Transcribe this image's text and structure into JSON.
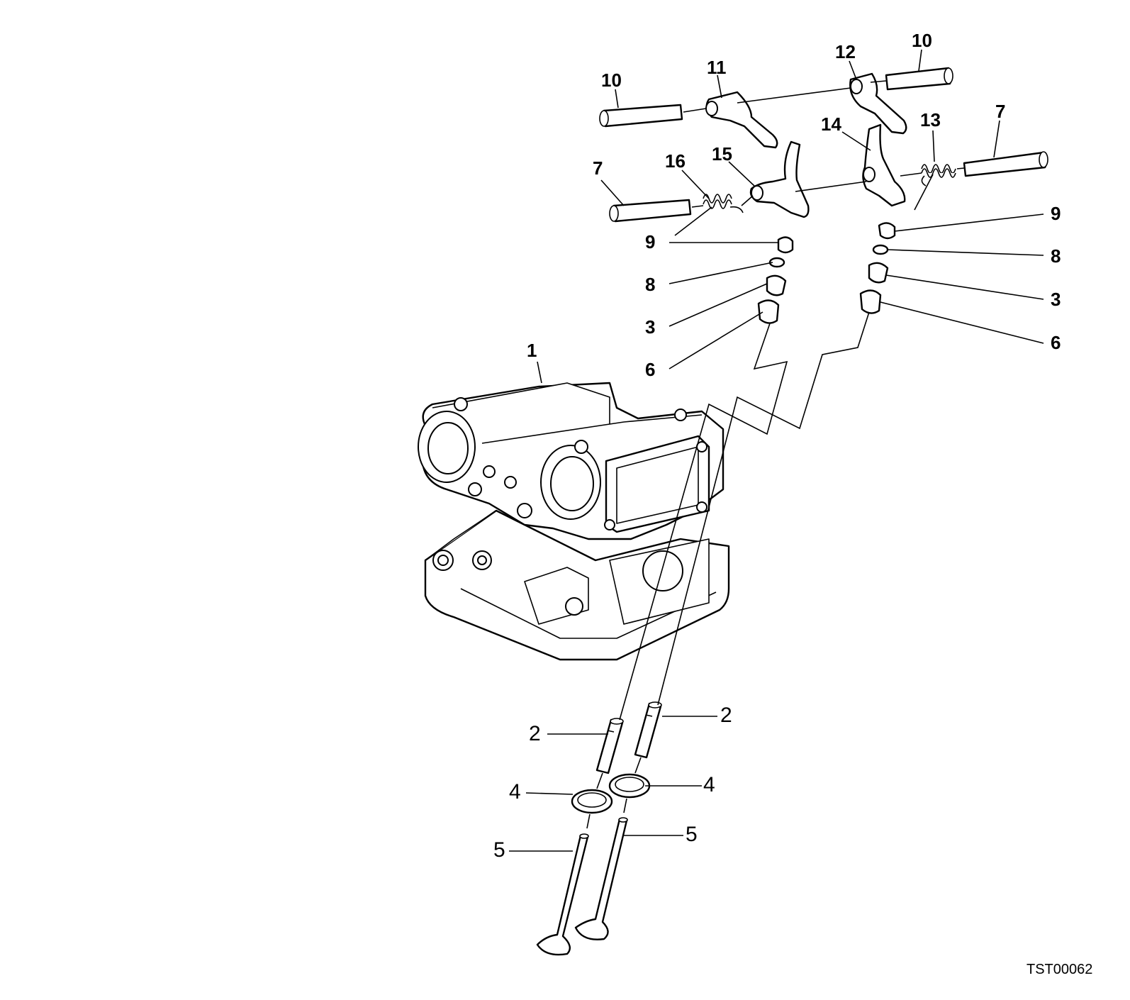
{
  "drawing_code": "TST00062",
  "callouts": [
    {
      "id": "c1",
      "label": "1"
    },
    {
      "id": "c2a",
      "label": "2"
    },
    {
      "id": "c2b",
      "label": "2"
    },
    {
      "id": "c3a",
      "label": "3"
    },
    {
      "id": "c3b",
      "label": "3"
    },
    {
      "id": "c4a",
      "label": "4"
    },
    {
      "id": "c4b",
      "label": "4"
    },
    {
      "id": "c5a",
      "label": "5"
    },
    {
      "id": "c5b",
      "label": "5"
    },
    {
      "id": "c6a",
      "label": "6"
    },
    {
      "id": "c6b",
      "label": "6"
    },
    {
      "id": "c7a",
      "label": "7"
    },
    {
      "id": "c7b",
      "label": "7"
    },
    {
      "id": "c8a",
      "label": "8"
    },
    {
      "id": "c8b",
      "label": "8"
    },
    {
      "id": "c9a",
      "label": "9"
    },
    {
      "id": "c9b",
      "label": "9"
    },
    {
      "id": "c10a",
      "label": "10"
    },
    {
      "id": "c10b",
      "label": "10"
    },
    {
      "id": "c11",
      "label": "11"
    },
    {
      "id": "c12",
      "label": "12"
    },
    {
      "id": "c13",
      "label": "13"
    },
    {
      "id": "c14",
      "label": "14"
    },
    {
      "id": "c15",
      "label": "15"
    },
    {
      "id": "c16",
      "label": "16"
    }
  ]
}
